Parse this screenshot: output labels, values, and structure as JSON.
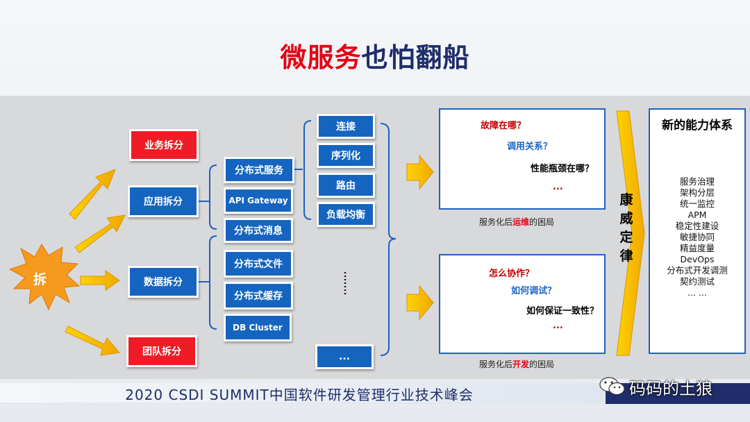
{
  "title": {
    "part1": "微服务",
    "part2": "也怕翻船"
  },
  "burst": {
    "label": "拆"
  },
  "split": {
    "business": "业务拆分",
    "application": "应用拆分",
    "data": "数据拆分",
    "team": "团队拆分"
  },
  "middle": {
    "dist_service": "分布式服务",
    "api_gateway": "API Gateway",
    "dist_message": "分布式消息",
    "dist_file": "分布式文件",
    "dist_cache": "分布式缓存",
    "db_cluster": "DB Cluster"
  },
  "right": {
    "connect": "连接",
    "serialize": "序列化",
    "route": "路由",
    "load_balance": "负载均衡",
    "ellipsis": "..."
  },
  "card_ops": {
    "q1": "故障在哪？",
    "q2": "调用关系？",
    "q3": "性能瓶颈在哪？",
    "q4": "...",
    "caption_pre": "服务化后",
    "caption_hl": "运维",
    "caption_post": "的困局"
  },
  "card_dev": {
    "q1": "怎么协作？",
    "q2": "如何调试？",
    "q3": "如何保证一致性？",
    "q4": "...",
    "caption_pre": "服务化后",
    "caption_hl": "开发",
    "caption_post": "的困局"
  },
  "law": {
    "text": "康威定律"
  },
  "system": {
    "title": "新的能力体系",
    "items": [
      "服务治理",
      "架构分层",
      "统一监控",
      "APM",
      "稳定性建设",
      "敏捷协同",
      "精益度量",
      "DevOps",
      "分布式开发调测",
      "契约测试",
      "... ..."
    ]
  },
  "footer": {
    "text": "2020 CSDI SUMMIT中国软件研发管理行业技术峰会",
    "watermark": "码码的土狼"
  },
  "colors": {
    "red": "#ee1c25",
    "blue": "#1565c0",
    "navy": "#1f2d6b",
    "arrow": "#f5b800"
  }
}
